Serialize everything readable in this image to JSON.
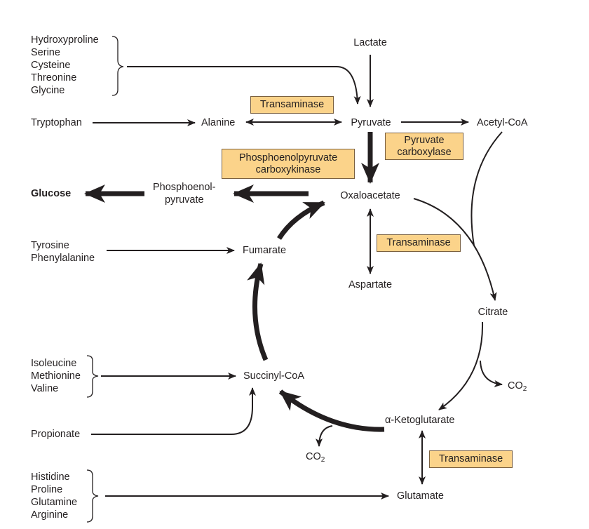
{
  "title": "Amino acid and metabolite entry points into gluconeogenesis and the TCA cycle",
  "colors": {
    "enzyme_fill": "#fbd38a",
    "enzyme_border": "#7a6040",
    "arrow": "#231f20",
    "text": "#231f20"
  },
  "groups": {
    "group1": [
      "Hydroxyproline",
      "Serine",
      "Cysteine",
      "Threonine",
      "Glycine"
    ],
    "tryptophan": "Tryptophan",
    "group_tyr_phe": [
      "Tyrosine",
      "Phenylalanine"
    ],
    "group_ile_met_val": [
      "Isoleucine",
      "Methionine",
      "Valine"
    ],
    "propionate": "Propionate",
    "group_his_pro_gln_arg": [
      "Histidine",
      "Proline",
      "Glutamine",
      "Arginine"
    ]
  },
  "metabolites": {
    "lactate": "Lactate",
    "alanine": "Alanine",
    "pyruvate": "Pyruvate",
    "acetyl_coa": "Acetyl-CoA",
    "glucose": "Glucose",
    "pep_line1": "Phosphoenol-",
    "pep_line2": "pyruvate",
    "oxaloacetate": "Oxaloacetate",
    "fumarate": "Fumarate",
    "aspartate": "Aspartate",
    "citrate": "Citrate",
    "succinyl_coa": "Succinyl-CoA",
    "alpha_ketoglutarate": "α-Ketoglutarate",
    "glutamate": "Glutamate",
    "co2_base": "CO",
    "co2_sub": "2"
  },
  "enzymes": {
    "transaminase_alanine": "Transaminase",
    "pyruvate_carboxylase_line1": "Pyruvate",
    "pyruvate_carboxylase_line2": "carboxylase",
    "pepck_line1": "Phosphoenolpyruvate",
    "pepck_line2": "carboxykinase",
    "transaminase_aspartate": "Transaminase",
    "transaminase_glutamate": "Transaminase"
  }
}
